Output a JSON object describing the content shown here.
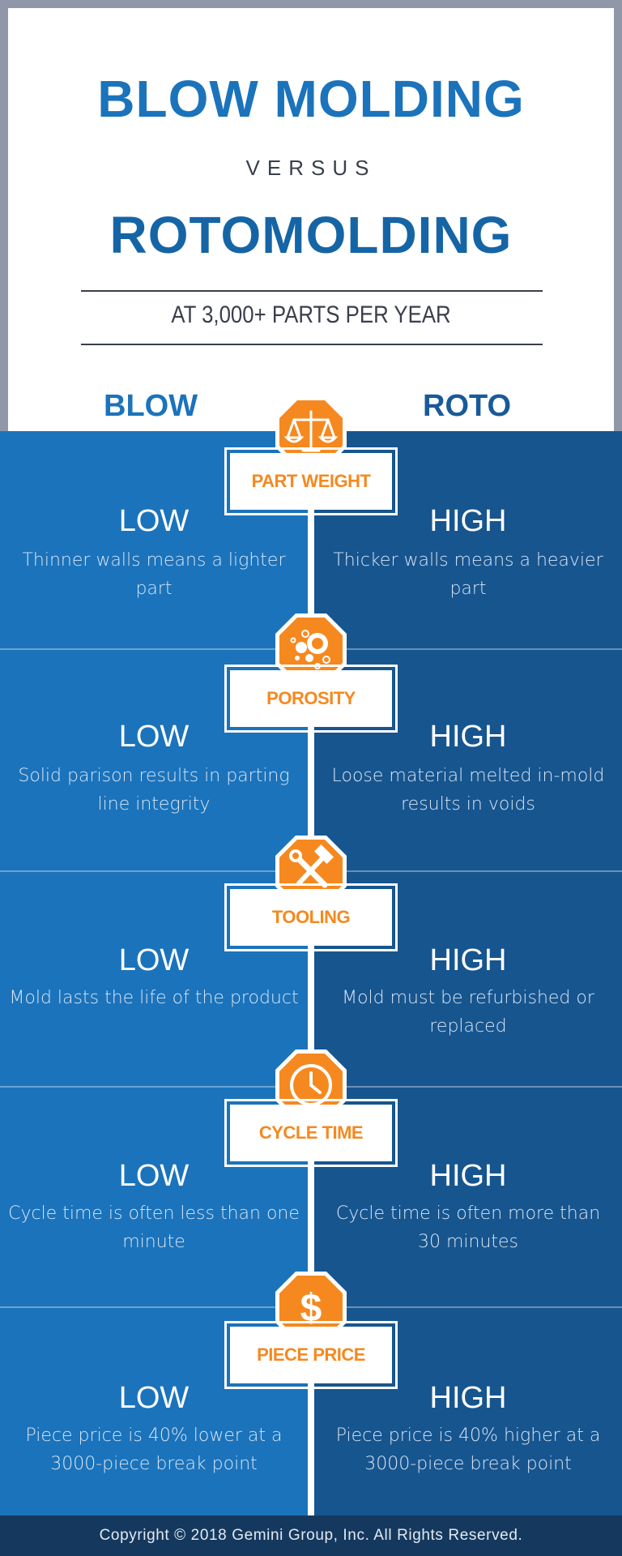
{
  "header": {
    "title_top": "BLOW MOLDING",
    "versus": "VERSUS",
    "title_bottom": "ROTOMOLDING",
    "subtitle": "AT 3,000+ PARTS PER YEAR",
    "left_column": "BLOW",
    "right_column": "ROTO"
  },
  "colors": {
    "blow_blue": "#1b73bb",
    "roto_blue": "#17558f",
    "accent_orange": "#f5891f",
    "footer_navy": "#15395e"
  },
  "sections": [
    {
      "icon": "scale-icon",
      "category": "PART WEIGHT",
      "left_rating": "LOW",
      "left_desc": "Thinner walls means a lighter part",
      "right_rating": "HIGH",
      "right_desc": "Thicker walls means a heavier part"
    },
    {
      "icon": "bubbles-icon",
      "category": "POROSITY",
      "left_rating": "LOW",
      "left_desc": "Solid parison results in parting line integrity",
      "right_rating": "HIGH",
      "right_desc": "Loose material melted in-mold results in voids"
    },
    {
      "icon": "hammer-wrench-icon",
      "category": "TOOLING",
      "left_rating": "LOW",
      "left_desc": "Mold lasts the life of the product",
      "right_rating": "HIGH",
      "right_desc": "Mold must be refurbished or replaced"
    },
    {
      "icon": "clock-icon",
      "category": "CYCLE TIME",
      "left_rating": "LOW",
      "left_desc": "Cycle time is often less than one minute",
      "right_rating": "HIGH",
      "right_desc": "Cycle time is often more than 30 minutes"
    },
    {
      "icon": "dollar-icon",
      "category": "PIECE PRICE",
      "left_rating": "LOW",
      "left_desc": "Piece price is 40% lower at a 3000-piece break point",
      "right_rating": "HIGH",
      "right_desc": "Piece price is 40% higher at a 3000-piece break point"
    }
  ],
  "footer": {
    "copyright": "Copyright © 2018 Gemini Group, Inc. All Rights Reserved."
  }
}
